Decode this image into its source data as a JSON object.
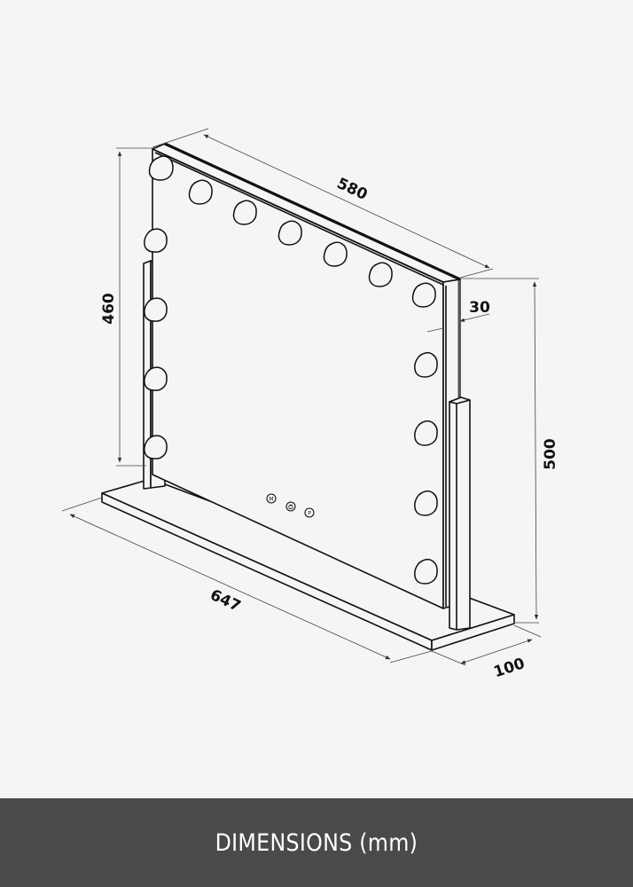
{
  "diagram": {
    "subject": "Hollywood vanity mirror with bulbs",
    "dimensions": {
      "width_top": "580",
      "height_mirror": "460",
      "depth_frame": "30",
      "height_total": "500",
      "base_length": "647",
      "base_depth": "100"
    },
    "control_buttons": [
      "M",
      "⏻",
      "P"
    ],
    "bulb_count": 15
  },
  "footer": {
    "title": "DIMENSIONS (mm)"
  },
  "colors": {
    "background": "#f4f5f7",
    "footer_bg": "#4a4a4a",
    "footer_text": "#ffffff",
    "line": "#111111"
  }
}
